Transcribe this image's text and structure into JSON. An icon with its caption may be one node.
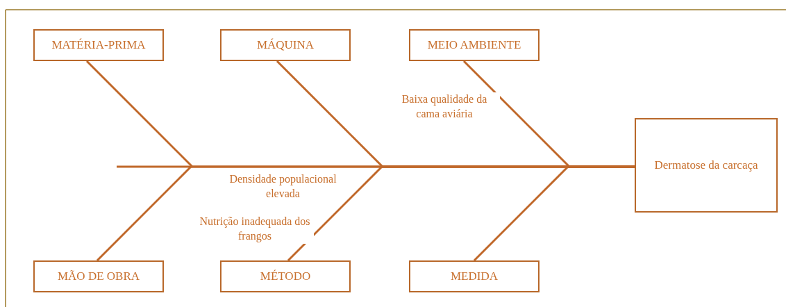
{
  "diagram": {
    "nodes": [
      {
        "text": [
          "MATÉRIA-PRIMA"
        ]
      },
      {
        "text": [
          "MÁQUINA"
        ]
      },
      {
        "text": [
          "MEIO AMBIENTE"
        ]
      },
      {
        "text": [
          "MÃO DE OBRA"
        ]
      },
      {
        "text": [
          "MÉTODO"
        ]
      },
      {
        "text": [
          "MEDIDA"
        ]
      },
      {
        "text": [
          "Dermatose da carcaça"
        ]
      }
    ],
    "edges": [
      {
        "from": 0,
        "to": 6,
        "arrow": "none"
      },
      {
        "from": 1,
        "to": 6,
        "arrow": "none"
      },
      {
        "from": 2,
        "to": 6,
        "arrow": "none"
      },
      {
        "from": 3,
        "to": 6,
        "arrow": "none"
      },
      {
        "from": 4,
        "to": 6,
        "arrow": "none"
      },
      {
        "from": 5,
        "to": 6,
        "arrow": "none"
      }
    ],
    "labels": [
      "Baixa qualidade da cama aviária",
      "Densidade populacional elevada",
      "Nutrição inadequada dos frangos"
    ]
  }
}
